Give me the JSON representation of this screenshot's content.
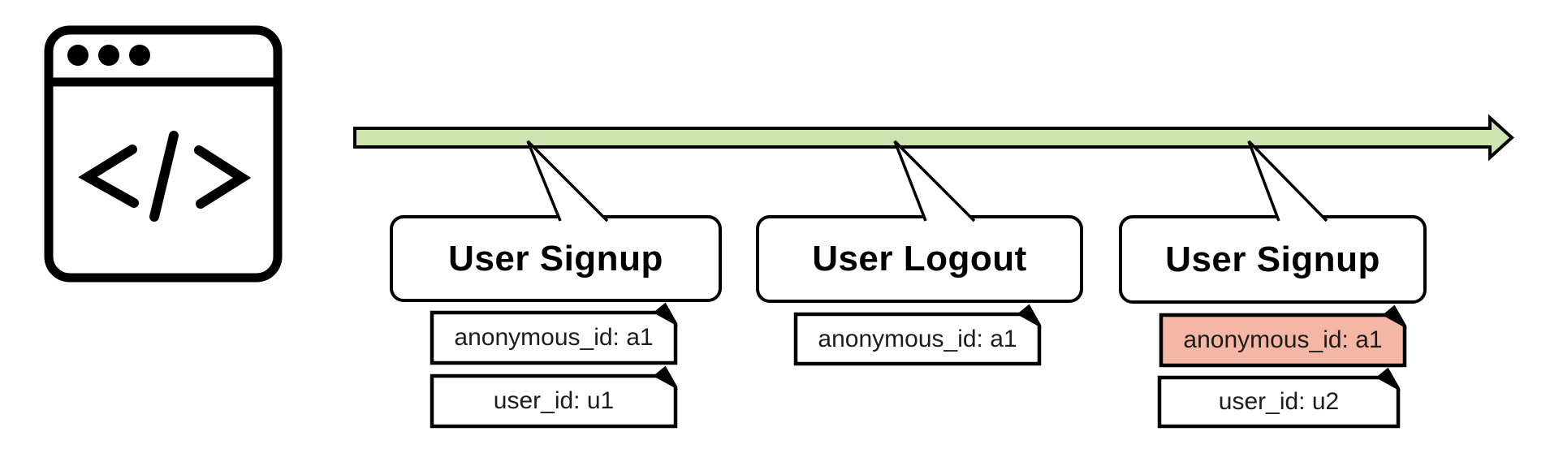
{
  "colors": {
    "timeline_green": "#cde3b0",
    "highlight_salmon": "#f4b7a6",
    "outline": "#000000"
  },
  "source": {
    "icon": "browser-code-window"
  },
  "events": [
    {
      "title": "User Signup",
      "properties": [
        {
          "label": "anonymous_id: a1",
          "highlighted": false
        },
        {
          "label": "user_id: u1",
          "highlighted": false
        }
      ]
    },
    {
      "title": "User Logout",
      "properties": [
        {
          "label": "anonymous_id: a1",
          "highlighted": false
        }
      ]
    },
    {
      "title": "User Signup",
      "properties": [
        {
          "label": "anonymous_id: a1",
          "highlighted": true
        },
        {
          "label": "user_id: u2",
          "highlighted": false
        }
      ]
    }
  ]
}
